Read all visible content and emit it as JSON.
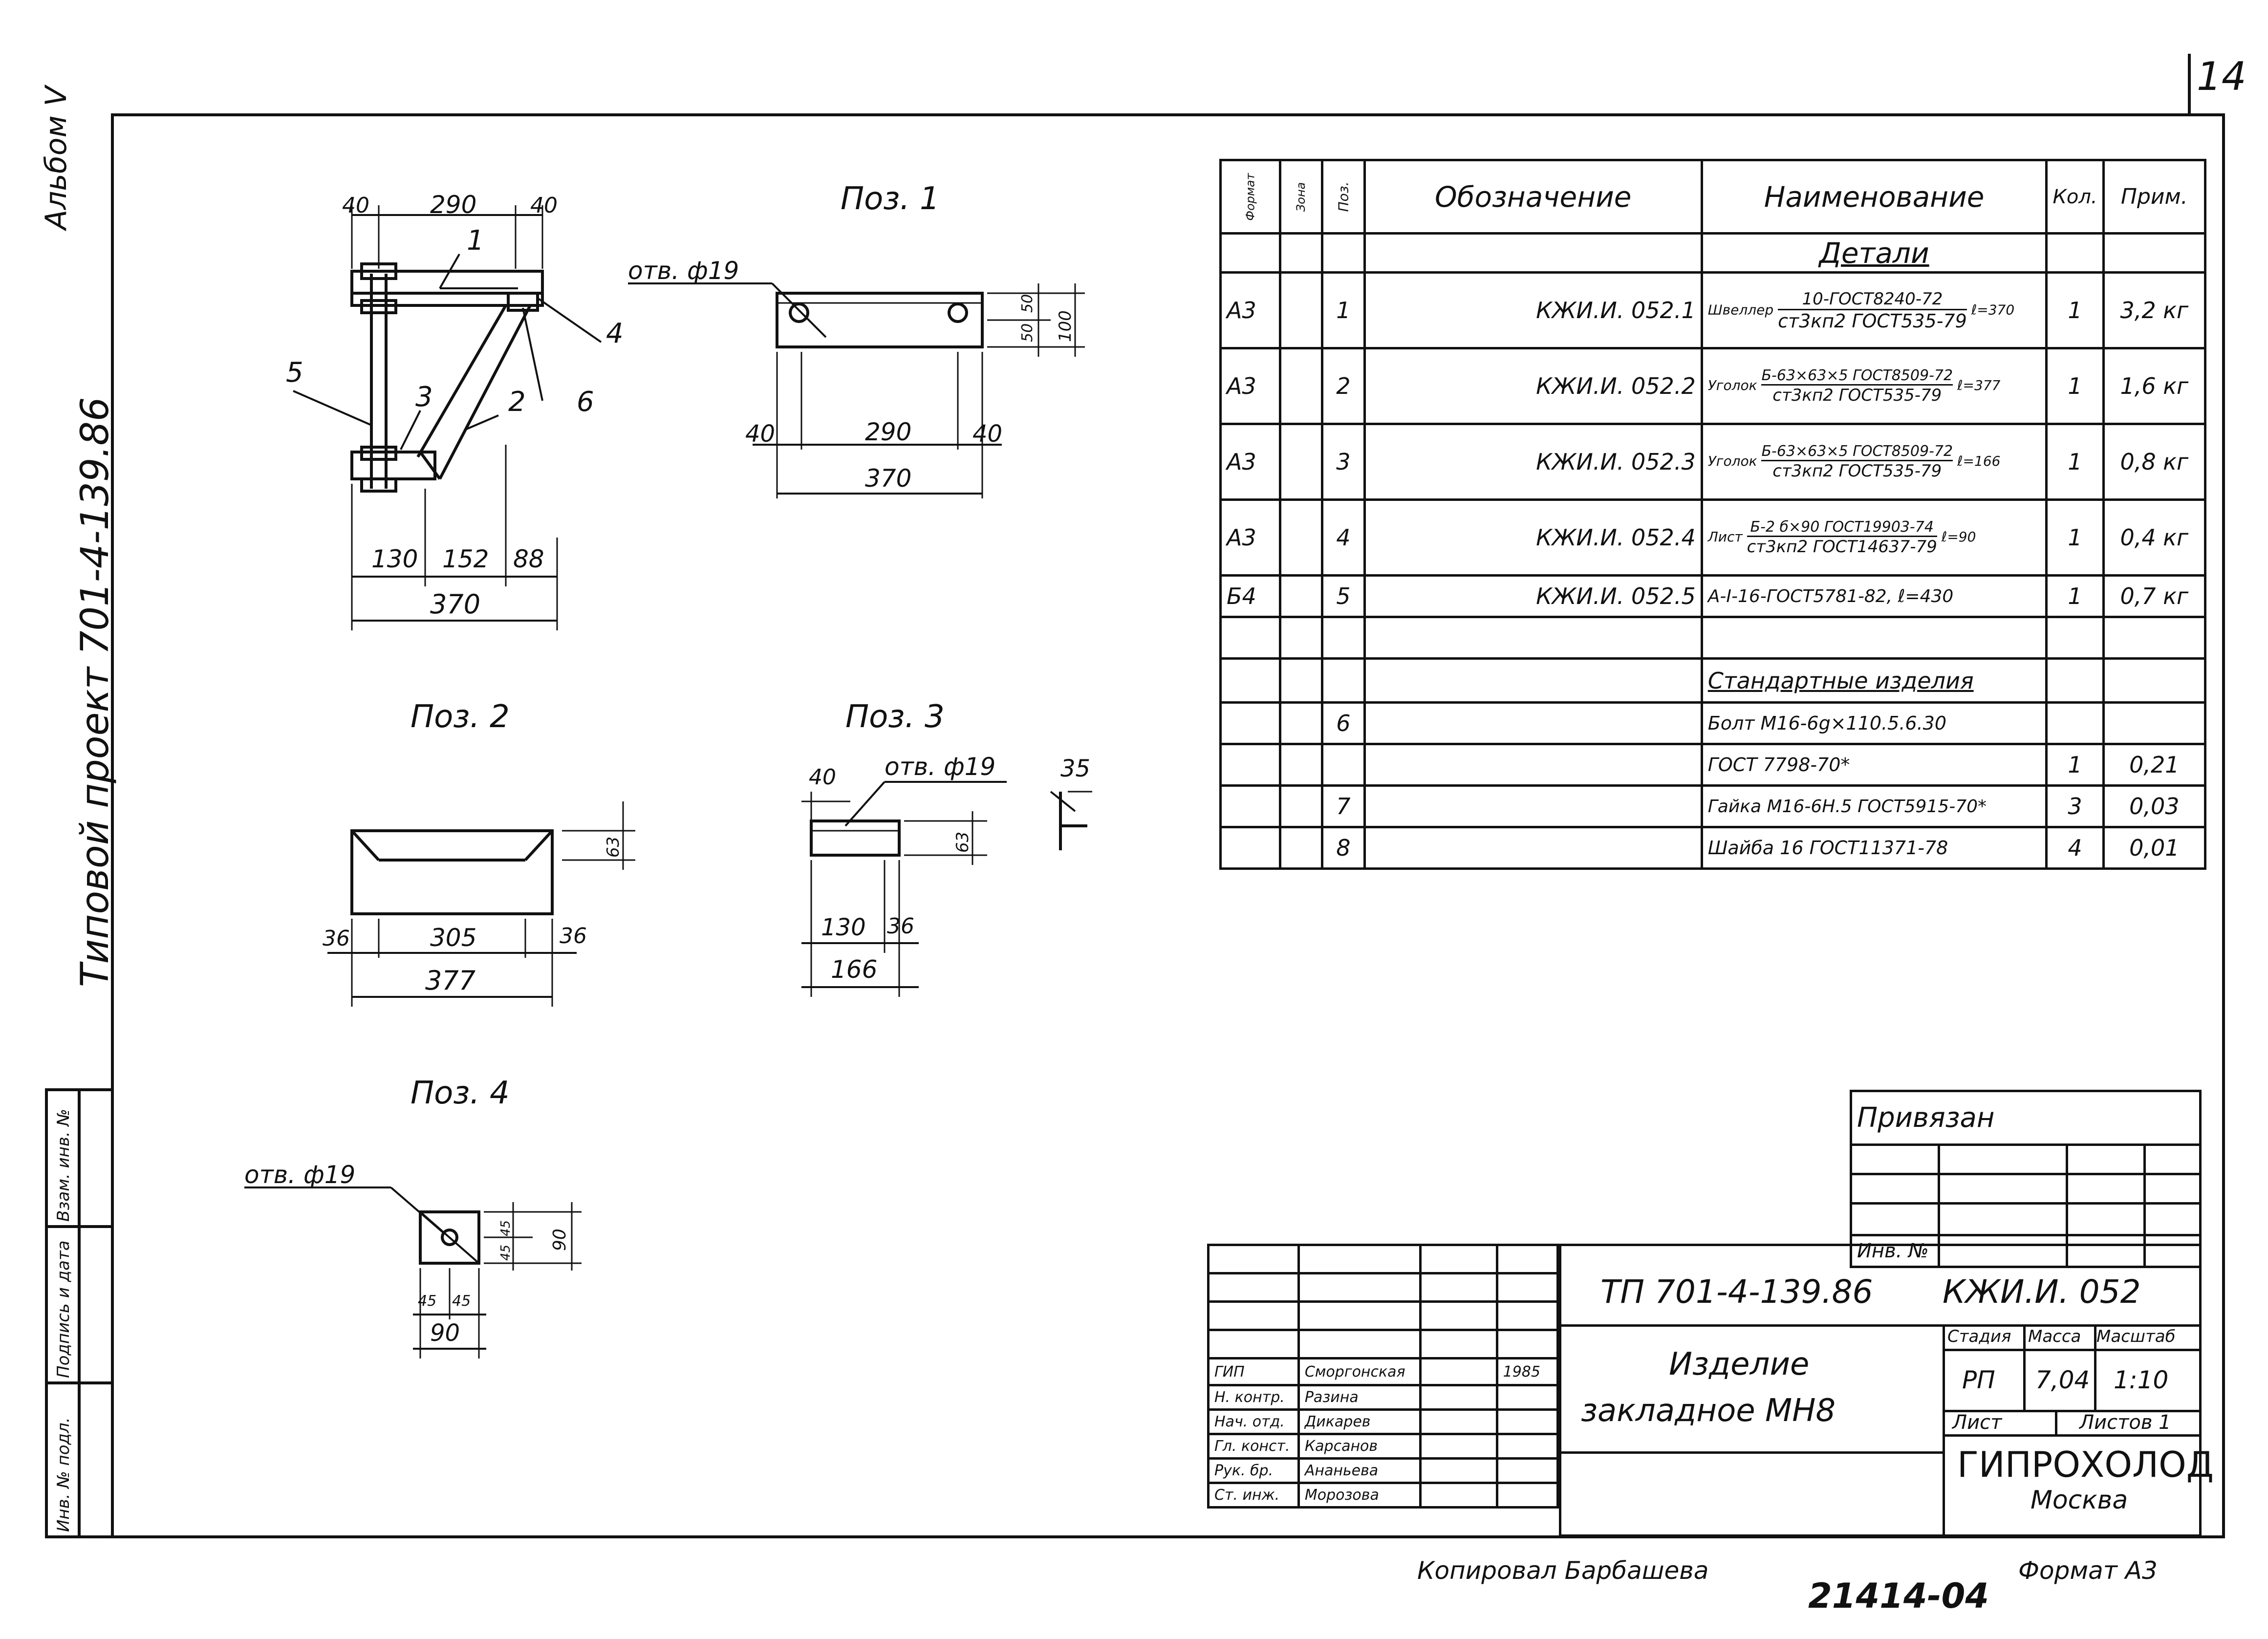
{
  "page": {
    "sheet_no": "14",
    "album": "Альбом V",
    "series": "Типовой проект 701-4-139.86",
    "stamp_labels": [
      "Инв. № подл.",
      "Подпись и дата",
      "Взам. инв. №"
    ],
    "copied_by": "Копировал Барбашева",
    "order_no": "21414-04",
    "format": "Формат А3"
  },
  "drawing": {
    "views": {
      "pos1": "Поз. 1",
      "pos2": "Поз. 2",
      "pos3": "Поз. 3",
      "pos4": "Поз. 4"
    },
    "main_view": {
      "dims_top": [
        "40",
        "290",
        "40"
      ],
      "dims_bottom": [
        "130",
        "152",
        "88"
      ],
      "overall": "370",
      "callouts": [
        "1",
        "2",
        "3",
        "4",
        "5",
        "6"
      ]
    },
    "pos1_view": {
      "hole": "отв. ф19",
      "dims_bottom": [
        "40",
        "290",
        "40"
      ],
      "overall": "370",
      "dims_side": [
        "50",
        "50",
        "100"
      ]
    },
    "pos2_view": {
      "height": "63",
      "dims_bottom": [
        "36",
        "305",
        "36"
      ],
      "overall": "377"
    },
    "pos3_view": {
      "hole": "отв. ф19",
      "top": "40",
      "height": "63",
      "dims_bottom": [
        "130",
        "36"
      ],
      "overall": "166",
      "section": "35"
    },
    "pos4_view": {
      "hole": "отв. ф19",
      "dims_side": [
        "45",
        "45",
        "90"
      ],
      "dims_bottom": [
        "45",
        "45"
      ],
      "overall": "90"
    }
  },
  "spec": {
    "headers": {
      "format": "Формат",
      "zone": "Зона",
      "pos": "Поз.",
      "designation": "Обозначение",
      "name": "Наименование",
      "qty": "Кол.",
      "note": "Прим."
    },
    "section_details": "Детали",
    "rows": [
      {
        "format": "А3",
        "pos": "1",
        "designation": "КЖИ.И. 052.1",
        "name_prefix": "Швеллер",
        "name_top": "10-ГОСТ8240-72",
        "name_bottom": "ст3кп2 ГОСТ535-79",
        "name_suffix": "ℓ=370",
        "qty": "1",
        "note": "3,2 кг"
      },
      {
        "format": "А3",
        "pos": "2",
        "designation": "КЖИ.И. 052.2",
        "name_prefix": "Уголок",
        "name_top": "Б-63×63×5 ГОСТ8509-72",
        "name_bottom": "ст3кп2 ГОСТ535-79",
        "name_suffix": "ℓ=377",
        "qty": "1",
        "note": "1,6 кг"
      },
      {
        "format": "А3",
        "pos": "3",
        "designation": "КЖИ.И. 052.3",
        "name_prefix": "Уголок",
        "name_top": "Б-63×63×5 ГОСТ8509-72",
        "name_bottom": "ст3кп2 ГОСТ535-79",
        "name_suffix": "ℓ=166",
        "qty": "1",
        "note": "0,8 кг"
      },
      {
        "format": "А3",
        "pos": "4",
        "designation": "КЖИ.И. 052.4",
        "name_prefix": "Лист",
        "name_top": "Б-2 б×90 ГОСТ19903-74",
        "name_bottom": "ст3кп2 ГОСТ14637-79",
        "name_suffix": "ℓ=90",
        "qty": "1",
        "note": "0,4 кг"
      },
      {
        "format": "Б4",
        "pos": "5",
        "designation": "КЖИ.И. 052.5",
        "name": "А-I-16-ГОСТ5781-82, ℓ=430",
        "qty": "1",
        "note": "0,7 кг"
      }
    ],
    "section_standard": "Стандартные изделия",
    "std_rows": [
      {
        "pos": "6",
        "name": "Болт М16-6g×110.5.6.30",
        "qty": "",
        "note": ""
      },
      {
        "pos": "",
        "name": "ГОСТ 7798-70*",
        "qty": "1",
        "note": "0,21"
      },
      {
        "pos": "7",
        "name": "Гайка М16-6Н.5 ГОСТ5915-70*",
        "qty": "3",
        "note": "0,03"
      },
      {
        "pos": "8",
        "name": "Шайба 16 ГОСТ11371-78",
        "qty": "4",
        "note": "0,01"
      }
    ]
  },
  "privyazan": {
    "title": "Привязан",
    "inv": "Инв. №"
  },
  "title_block": {
    "project": "ТП 701-4-139.86",
    "code": "КЖИ.И. 052",
    "item_line1": "Изделие",
    "item_line2": "закладное МН8",
    "stage_label": "Стадия",
    "mass_label": "Масса",
    "scale_label": "Масштаб",
    "stage": "РП",
    "mass": "7,04",
    "scale": "1:10",
    "sheet_label": "Лист",
    "sheets_label": "Листов 1",
    "org": "ГИПРОХОЛОД",
    "city": "Москва",
    "signers": [
      {
        "role": "ГИП",
        "name": "Сморгонская",
        "date": "1985"
      },
      {
        "role": "Н. контр.",
        "name": "Разина",
        "date": ""
      },
      {
        "role": "Нач. отд.",
        "name": "Дикарев",
        "date": ""
      },
      {
        "role": "Гл. конст.",
        "name": "Карсанов",
        "date": ""
      },
      {
        "role": "Рук. бр.",
        "name": "Ананьева",
        "date": ""
      },
      {
        "role": "Ст. инж.",
        "name": "Морозова",
        "date": ""
      }
    ]
  }
}
